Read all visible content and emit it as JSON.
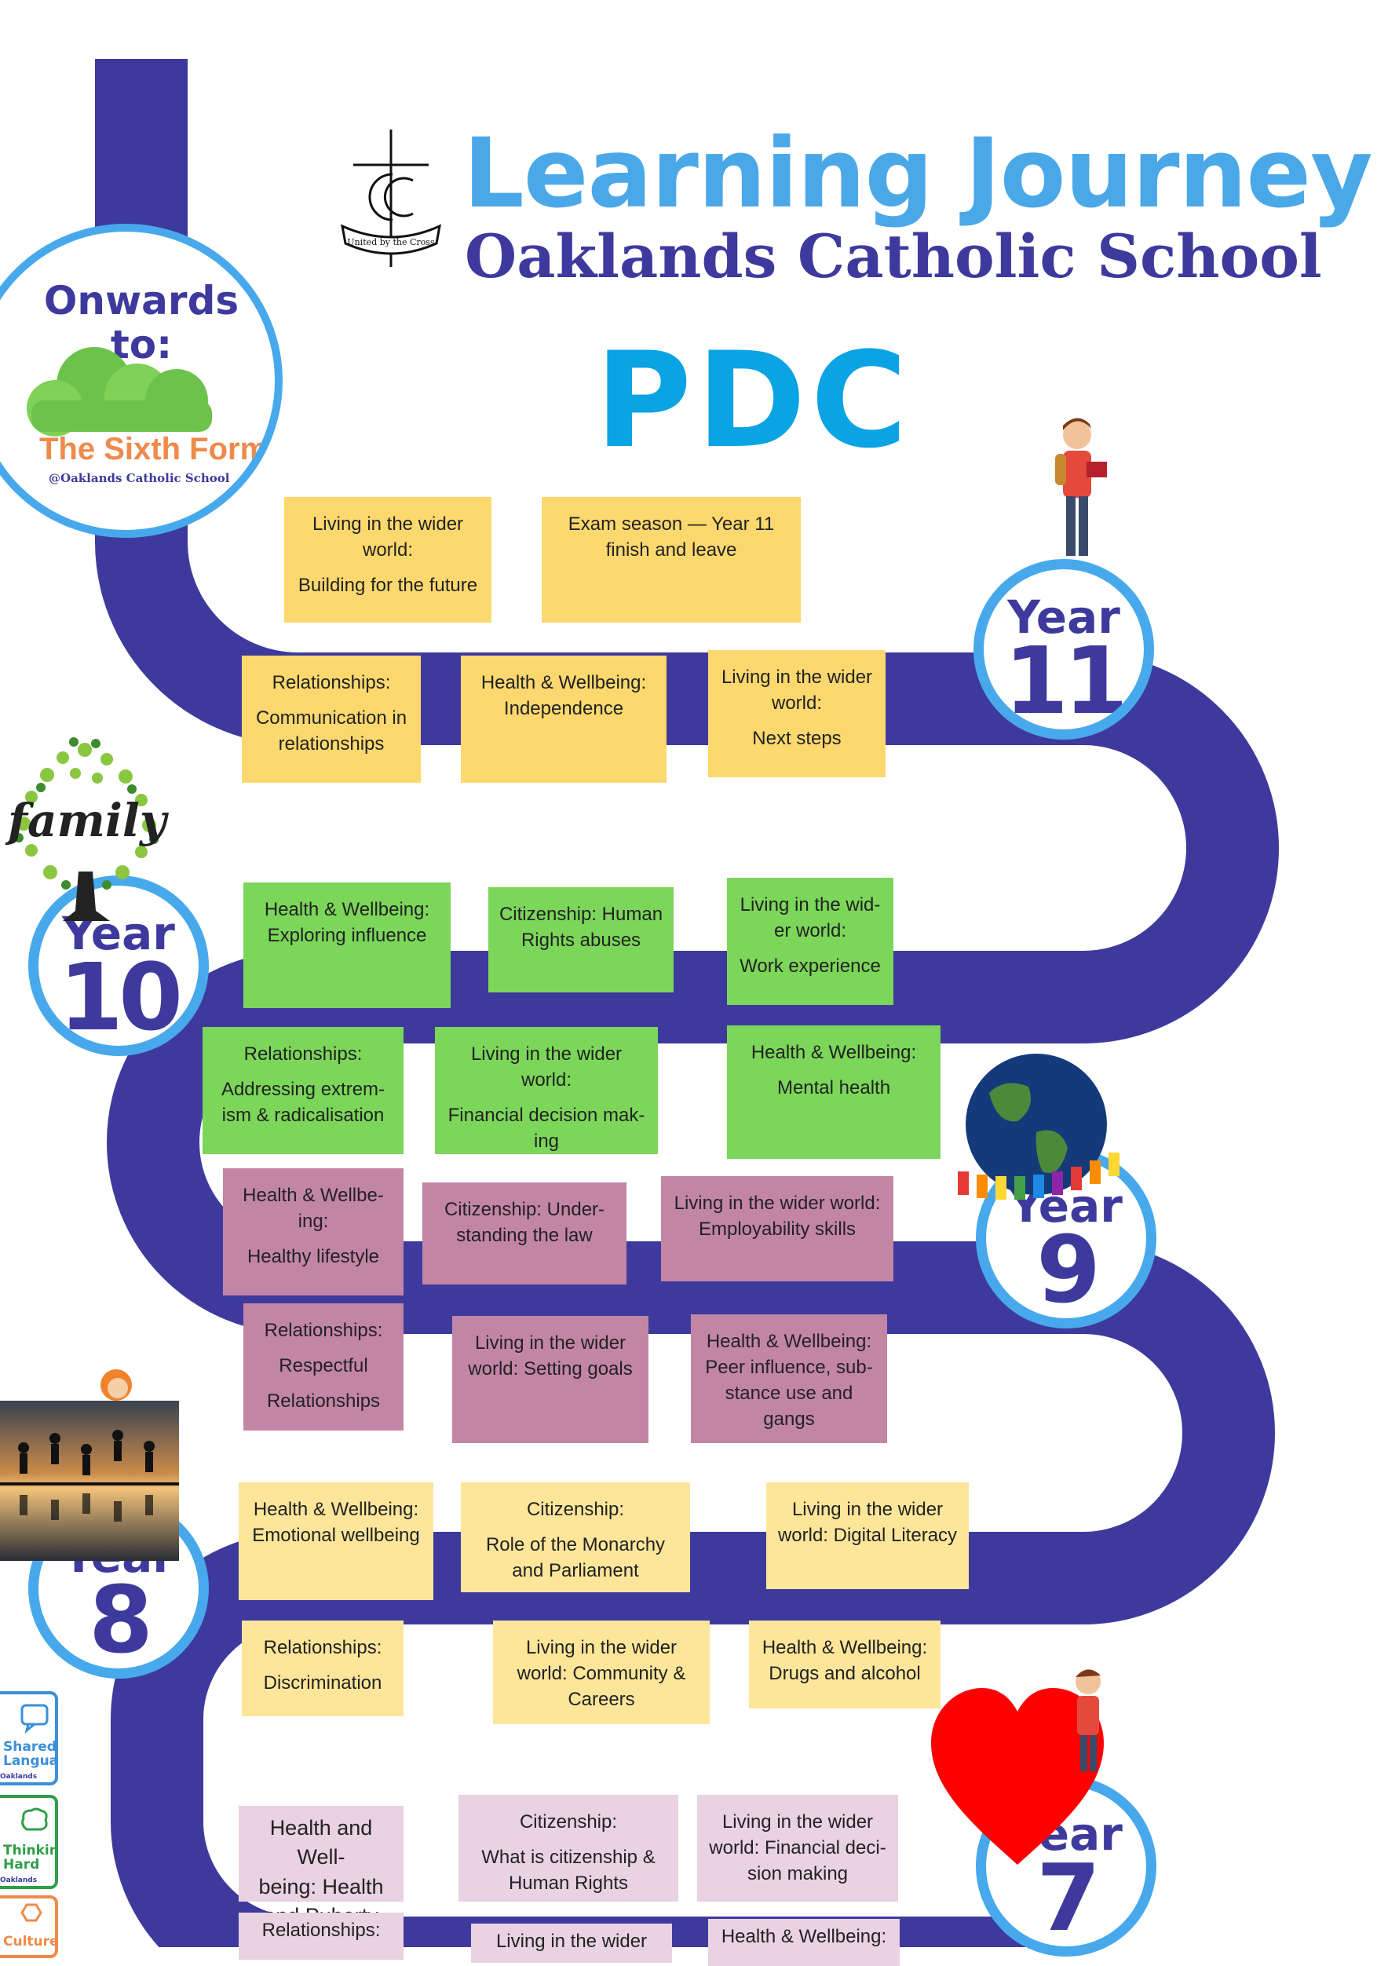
{
  "header": {
    "title": "Learning Journey",
    "school": "Oaklands Catholic School",
    "subject": "PDC",
    "logo_motto": "United by the Cross",
    "logo_letters": "OC"
  },
  "onwards": {
    "label_line1": "Onwards",
    "label_line2": "to:",
    "sixth_form_name": "The Sixth Form",
    "sixth_form_sub": "@Oaklands Catholic School"
  },
  "years": [
    {
      "year_label": "Year",
      "year_number": "11"
    },
    {
      "year_label": "Year",
      "year_number": "10"
    },
    {
      "year_label": "Year",
      "year_number": "9"
    },
    {
      "year_label": "Year",
      "year_number": "8"
    },
    {
      "year_label": "Year",
      "year_number": "7"
    }
  ],
  "decorations": {
    "family_text": "family"
  },
  "oaklands_way": [
    {
      "title_line1": "Shared",
      "title_line2": "Language",
      "sub": "Oaklands Way",
      "color": "#3b8fd9"
    },
    {
      "title_line1": "Thinking",
      "title_line2": "Hard",
      "sub": "Oaklands Way",
      "color": "#2e9e4a"
    },
    {
      "title_line1": "Culture",
      "title_line2": "",
      "sub": "",
      "color": "#f08a4b"
    }
  ],
  "colors": {
    "road": "#3e3a9d",
    "badge_ring": "#47a9ec",
    "year11_notes": "#fcd86e",
    "year10_notes": "#7bd65a",
    "year9_notes": "#c385a6",
    "year8_notes": "#fde69a",
    "year7_notes": "#e9d2e2"
  },
  "notes": {
    "y11_top_1": [
      "Living in the wider",
      "world:",
      "",
      "Building for the future"
    ],
    "y11_top_2": [
      "Exam season — Year 11",
      "finish and leave"
    ],
    "y11_1": [
      "Relationships:",
      "",
      "Communication in",
      "relationships"
    ],
    "y11_2": [
      "Health & Wellbeing:",
      "Independence"
    ],
    "y11_3": [
      "Living in the wider",
      "world:",
      "",
      "Next steps"
    ],
    "y10_1": [
      "Health & Wellbeing:",
      "Exploring influence"
    ],
    "y10_2": [
      "Citizenship: Human",
      "Rights abuses"
    ],
    "y10_3": [
      "Living in the wid-",
      "er world:",
      "",
      "Work experience"
    ],
    "y10_4": [
      "Relationships:",
      "",
      "Addressing extrem-",
      "ism & radicalisation"
    ],
    "y10_5": [
      "Living in the wider world:",
      "",
      "Financial decision mak-",
      "ing"
    ],
    "y10_6": [
      "Health & Wellbeing:",
      "",
      "Mental health"
    ],
    "y9_1": [
      "Health & Wellbe-",
      "ing:",
      "",
      "Healthy lifestyle"
    ],
    "y9_2": [
      "Citizenship: Under-",
      "standing the law"
    ],
    "y9_3": [
      "Living in the wider world:",
      "Employability skills"
    ],
    "y9_4": [
      "Relationships:",
      "",
      "Respectful",
      "",
      "Relationships"
    ],
    "y9_5": [
      "Living in the wider",
      "world: Setting goals"
    ],
    "y9_6": [
      "Health & Wellbeing:",
      "Peer influence, sub-",
      "stance use and",
      "gangs"
    ],
    "y8_1": [
      "Health & Wellbeing:",
      "Emotional wellbeing"
    ],
    "y8_2": [
      "Citizenship:",
      "",
      "Role of the Monarchy",
      "and Parliament"
    ],
    "y8_3": [
      "Living in the wider",
      "world: Digital Literacy"
    ],
    "y8_4": [
      "Relationships:",
      "",
      "Discrimination"
    ],
    "y8_5": [
      "Living in the wider",
      "world: Community &",
      "Careers"
    ],
    "y8_6": [
      "Health & Wellbeing:",
      "Drugs and alcohol"
    ],
    "y7_1": [
      "Health and Well-",
      "being: Health",
      "and Puberty"
    ],
    "y7_2": [
      "Citizenship:",
      "",
      "What is citizenship &",
      "Human Rights"
    ],
    "y7_3": [
      "Living in the wider",
      "world: Financial deci-",
      "sion making"
    ],
    "y7_4": [
      "Relationships:"
    ],
    "y7_5": [
      "Living in the wider"
    ],
    "y7_6": [
      "Health & Wellbeing:"
    ]
  }
}
